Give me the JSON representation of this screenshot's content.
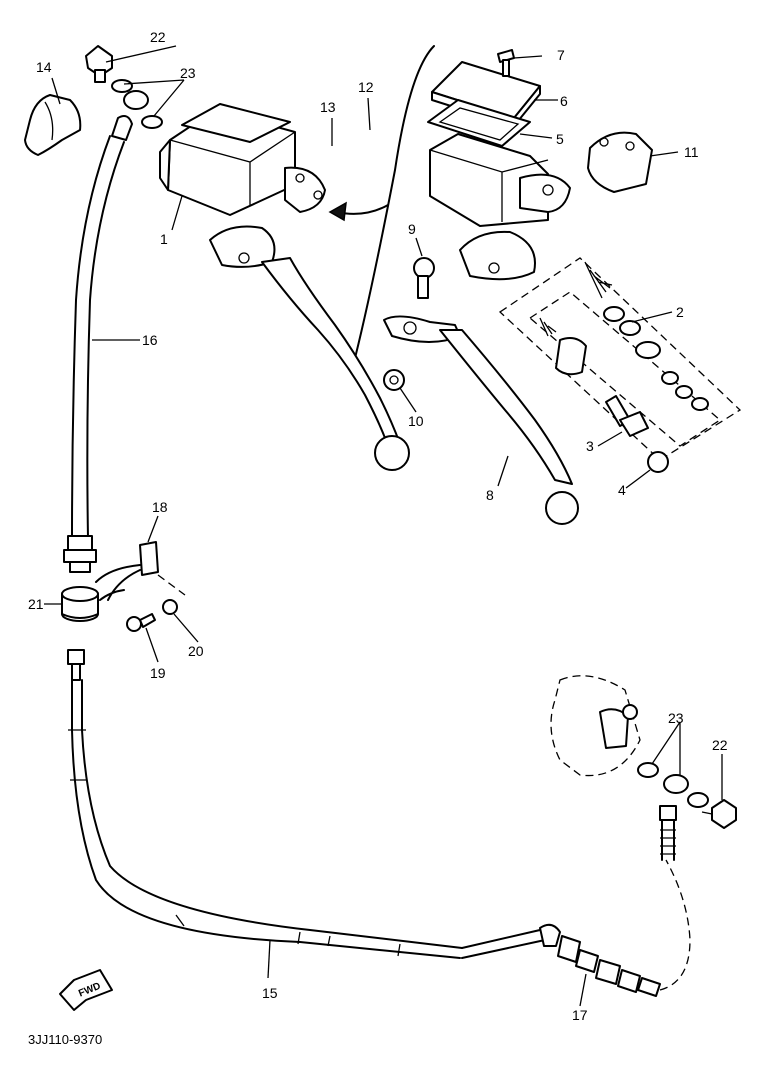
{
  "callouts": {
    "p1": "1",
    "p2": "2",
    "p3": "3",
    "p4": "4",
    "p5": "5",
    "p6": "6",
    "p7": "7",
    "p8": "8",
    "p9": "9",
    "p10": "10",
    "p11": "11",
    "p12": "12",
    "p13": "13",
    "p14": "14",
    "p15": "15",
    "p16": "16",
    "p17": "17",
    "p18": "18",
    "p19": "19",
    "p20": "20",
    "p21": "21",
    "p22a": "22",
    "p22b": "22",
    "p23a": "23",
    "p23b": "23"
  },
  "fwd_label": "FWD",
  "diagram_code": "3JJ110-9370"
}
